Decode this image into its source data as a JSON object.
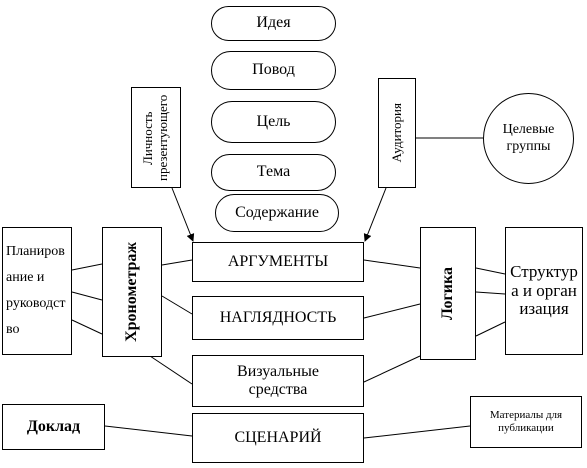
{
  "diagram": {
    "pills": [
      "Идея",
      "Повод",
      "Цель",
      "Тема",
      "Содержание"
    ],
    "presenter_label": "Личность презентующего",
    "audience_label": "Аудитория",
    "target_groups": "Целевые группы",
    "center_boxes": {
      "arguments": "АРГУМЕНТЫ",
      "visibility": "НАГЛЯДНОСТЬ",
      "visual_means": "Визуальные средства",
      "scenario": "СЦЕНАРИЙ"
    },
    "left_box": [
      "Планиров",
      "ание и",
      "руководст",
      "во"
    ],
    "timing": "Хронометраж",
    "logic": "Логика",
    "structure": "Структура и организация",
    "report": "Доклад",
    "materials": "Материалы для публикации"
  }
}
